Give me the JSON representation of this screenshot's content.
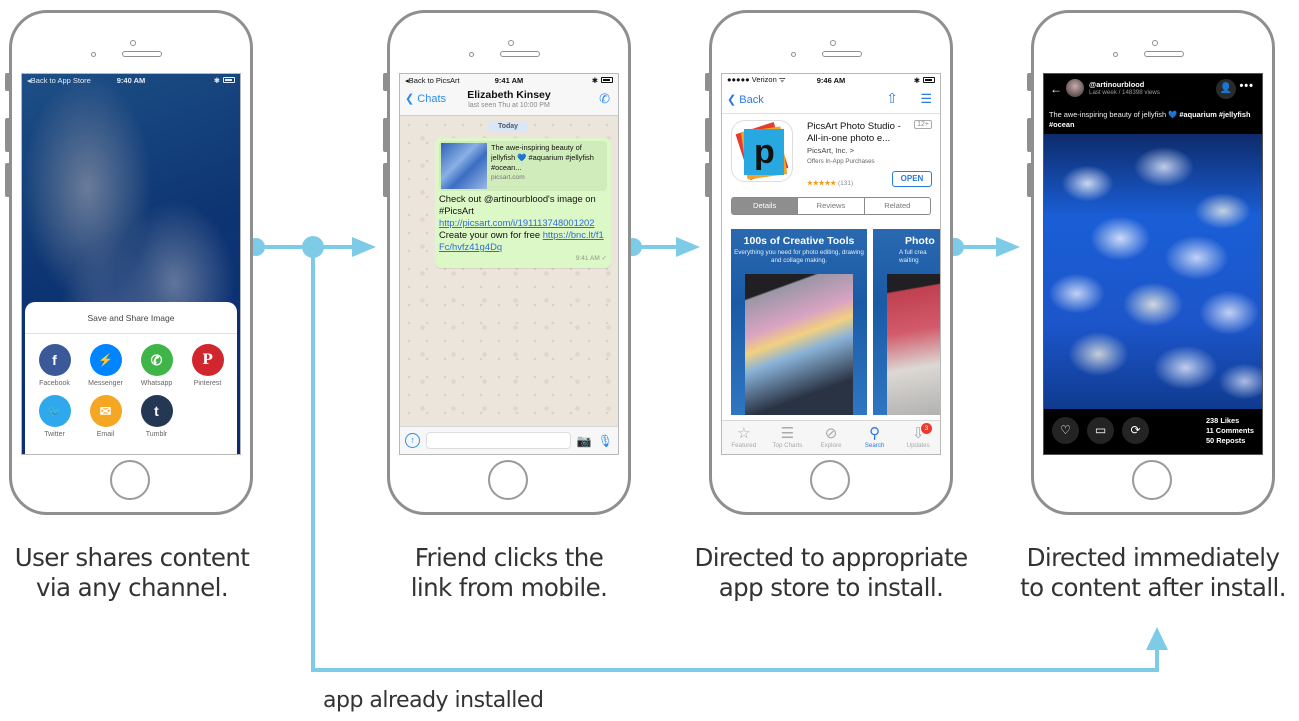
{
  "colors": {
    "arrow": "#7ecbe8",
    "phone_frame": "#8f8f8f",
    "ios_blue": "#2a7ae4",
    "whatsapp_bubble": "#dcf8c6"
  },
  "flow": {
    "steps": [
      {
        "caption_line1": "User shares content",
        "caption_line2": "via any channel."
      },
      {
        "caption_line1": "Friend clicks the",
        "caption_line2": "link from mobile."
      },
      {
        "caption_line1": "Directed to appropriate",
        "caption_line2": "app store to install."
      },
      {
        "caption_line1": "Directed immediately",
        "caption_line2": "to content after install."
      }
    ],
    "bypass_label": "app already installed"
  },
  "phone1": {
    "status": {
      "back": "◂Back to App Store",
      "time": "9:40 AM"
    },
    "sheet_title": "Save and Share Image",
    "share_items": [
      {
        "label": "Facebook",
        "icon": "facebook-icon",
        "glyph": "f",
        "color": "#3b5998"
      },
      {
        "label": "Messenger",
        "icon": "messenger-icon",
        "glyph": "⚡",
        "color": "#0084ff"
      },
      {
        "label": "Whatsapp",
        "icon": "whatsapp-icon",
        "glyph": "✆",
        "color": "#3fb548"
      },
      {
        "label": "Pinterest",
        "icon": "pinterest-icon",
        "glyph": "P",
        "color": "#d2262f"
      },
      {
        "label": "Twitter",
        "icon": "twitter-icon",
        "glyph": "🐦",
        "color": "#2fa8ee"
      },
      {
        "label": "Email",
        "icon": "email-icon",
        "glyph": "✉",
        "color": "#f5a623"
      },
      {
        "label": "Tumblr",
        "icon": "tumblr-icon",
        "glyph": "t",
        "color": "#243853"
      }
    ]
  },
  "phone2": {
    "status": {
      "back": "◂Back to PicsArt",
      "time": "9:41 AM"
    },
    "back_label": "Chats",
    "contact_name": "Elizabeth Kinsey",
    "last_seen": "last seen Thu at 10:00 PM",
    "date_chip": "Today",
    "message": {
      "preview_title": "The awe-inspiring beauty of jellyfish 💙 #aquarium #jellyfish #ocean...",
      "preview_domain": "picsart.com",
      "text": "Check out @artinourblood's image on #PicsArt",
      "link1": "http://picsart.com/i/191113748001202",
      "text2": "Create your own for free",
      "link2": "https://bnc.lt/f1Fc/hvfz41g4Dq",
      "time": "9:41 AM ✓"
    }
  },
  "phone3": {
    "status": {
      "carrier": "●●●●● Verizon ᯤ",
      "time": "9:46 AM"
    },
    "back_label": "Back",
    "app": {
      "name": "PicsArt Photo Studio - All-in-one photo e...",
      "developer": "PicsArt, Inc. >",
      "iap": "Offers In-App Purchases",
      "age": "12+",
      "stars": "★★★★★",
      "rating_count": "(131)",
      "action": "OPEN"
    },
    "segments": [
      "Details",
      "Reviews",
      "Related"
    ],
    "screenshot1": {
      "title": "100s of Creative Tools",
      "subtitle": "Everything you need for photo editing, drawing and collage making."
    },
    "screenshot2": {
      "title": "Photo",
      "subtitle": "A full crea waiting"
    },
    "tabs": [
      {
        "label": "Featured",
        "glyph": "☆",
        "icon": "featured-star-icon"
      },
      {
        "label": "Top Charts",
        "glyph": "☰",
        "icon": "top-charts-icon"
      },
      {
        "label": "Explore",
        "glyph": "⊘",
        "icon": "explore-compass-icon"
      },
      {
        "label": "Search",
        "glyph": "⚲",
        "icon": "search-icon"
      },
      {
        "label": "Updates",
        "glyph": "⇩",
        "icon": "updates-icon",
        "badge": "3"
      }
    ]
  },
  "phone4": {
    "username": "@artinourblood",
    "meta": "Last week / 148398 views",
    "caption": "The awe-inspiring beauty of jellyfish 💙",
    "caption_tags": "#aquarium #jellyfish #ocean",
    "stats": {
      "likes": "238 Likes",
      "comments": "11 Comments",
      "reposts": "50 Reposts"
    }
  }
}
